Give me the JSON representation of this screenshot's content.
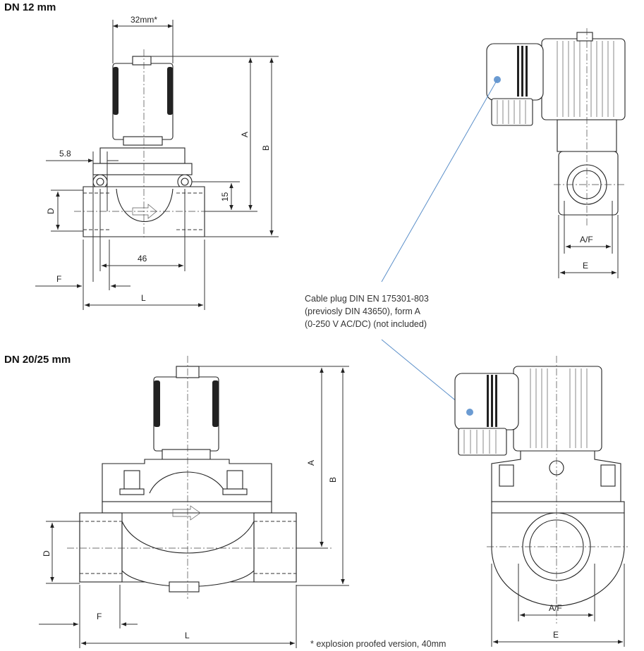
{
  "sections": {
    "small": {
      "title": "DN 12 mm"
    },
    "large": {
      "title": "DN 20/25 mm"
    }
  },
  "dimensions": {
    "width_32": "32mm*",
    "five_eight": "5.8",
    "fifteen": "15",
    "forty_six": "46",
    "A": "A",
    "B": "B",
    "D": "D",
    "F": "F",
    "L": "L",
    "AF": "A/F",
    "E": "E"
  },
  "callout": {
    "line1": "Cable plug DIN EN 175301-803",
    "line2": "(previosly DIN 43650), form A",
    "line3": "(0-250 V AC/DC) (not included)"
  },
  "footnote": "* explosion proofed version, 40mm"
}
